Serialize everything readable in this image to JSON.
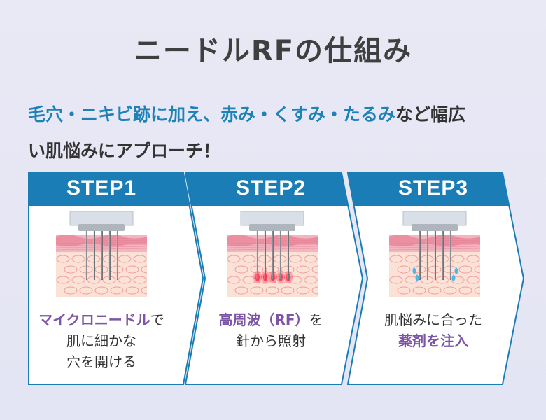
{
  "title": "ニードルRFの仕組み",
  "subtitle": {
    "line1": [
      {
        "text": "毛穴・ニキビ跡に加え、赤み・くすみ・たるみ",
        "highlight": true
      },
      {
        "text": "など幅広",
        "highlight": false
      }
    ],
    "line2": "い肌悩みにアプローチ！"
  },
  "colors": {
    "header_blue": "#1b7db5",
    "highlight_blue": "#1d82b6",
    "purple": "#7d55a6",
    "title_gray": "#3f3f3f"
  },
  "steps": [
    {
      "label": "STEP1",
      "desc_lines": [
        [
          {
            "text": "マイクロニードル",
            "emph": true
          },
          {
            "text": "で",
            "emph": false
          }
        ],
        [
          {
            "text": "肌に細かな",
            "emph": false
          }
        ],
        [
          {
            "text": "穴を開ける",
            "emph": false
          }
        ]
      ],
      "effect": "none"
    },
    {
      "label": "STEP2",
      "desc_lines": [
        [
          {
            "text": "高周波（RF）",
            "emph": true
          },
          {
            "text": "を",
            "emph": false
          }
        ],
        [
          {
            "text": "針から照射",
            "emph": false
          }
        ]
      ],
      "effect": "red-glow"
    },
    {
      "label": "STEP3",
      "desc_lines": [
        [
          {
            "text": "肌悩みに合った",
            "emph": false
          }
        ],
        [
          {
            "text": "薬剤を注入",
            "emph": true
          }
        ]
      ],
      "effect": "blue-drops"
    }
  ]
}
